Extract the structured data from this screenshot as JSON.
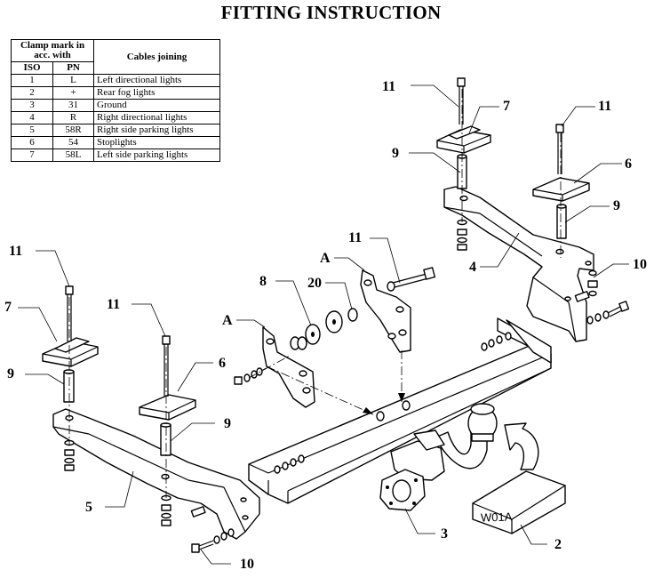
{
  "title": "FITTING INSTRUCTION",
  "table": {
    "header_clamp": "Clamp mark in acc. with",
    "header_cables": "Cables joining",
    "header_iso": "ISO",
    "header_pn": "PN",
    "rows": [
      {
        "iso": "1",
        "pn": "L",
        "cable": "Left directional lights"
      },
      {
        "iso": "2",
        "pn": "+",
        "cable": "Rear fog lights"
      },
      {
        "iso": "3",
        "pn": "31",
        "cable": "Ground"
      },
      {
        "iso": "4",
        "pn": "R",
        "cable": "Right directional lights"
      },
      {
        "iso": "5",
        "pn": "58R",
        "cable": "Right side parking lights"
      },
      {
        "iso": "6",
        "pn": "54",
        "cable": "Stoplights"
      },
      {
        "iso": "7",
        "pn": "58L",
        "cable": "Left side parking lights"
      }
    ]
  },
  "labels": {
    "l11_top_left": "11",
    "l7_top": "7",
    "l11_top_right": "11",
    "l6_top": "6",
    "l9_top_left": "9",
    "l9_top_right": "9",
    "l4": "4",
    "l10_right": "10",
    "l11_left": "11",
    "l7_left": "7",
    "l11_mid": "11",
    "l6_left": "6",
    "l9_left": "9",
    "l9_mid": "9",
    "l5": "5",
    "l10_bottom": "10",
    "l8": "8",
    "l20": "20",
    "l11_center": "11",
    "lA_left": "A",
    "lA_right": "A",
    "l3": "3",
    "l2": "2"
  },
  "box_text": "W01A"
}
